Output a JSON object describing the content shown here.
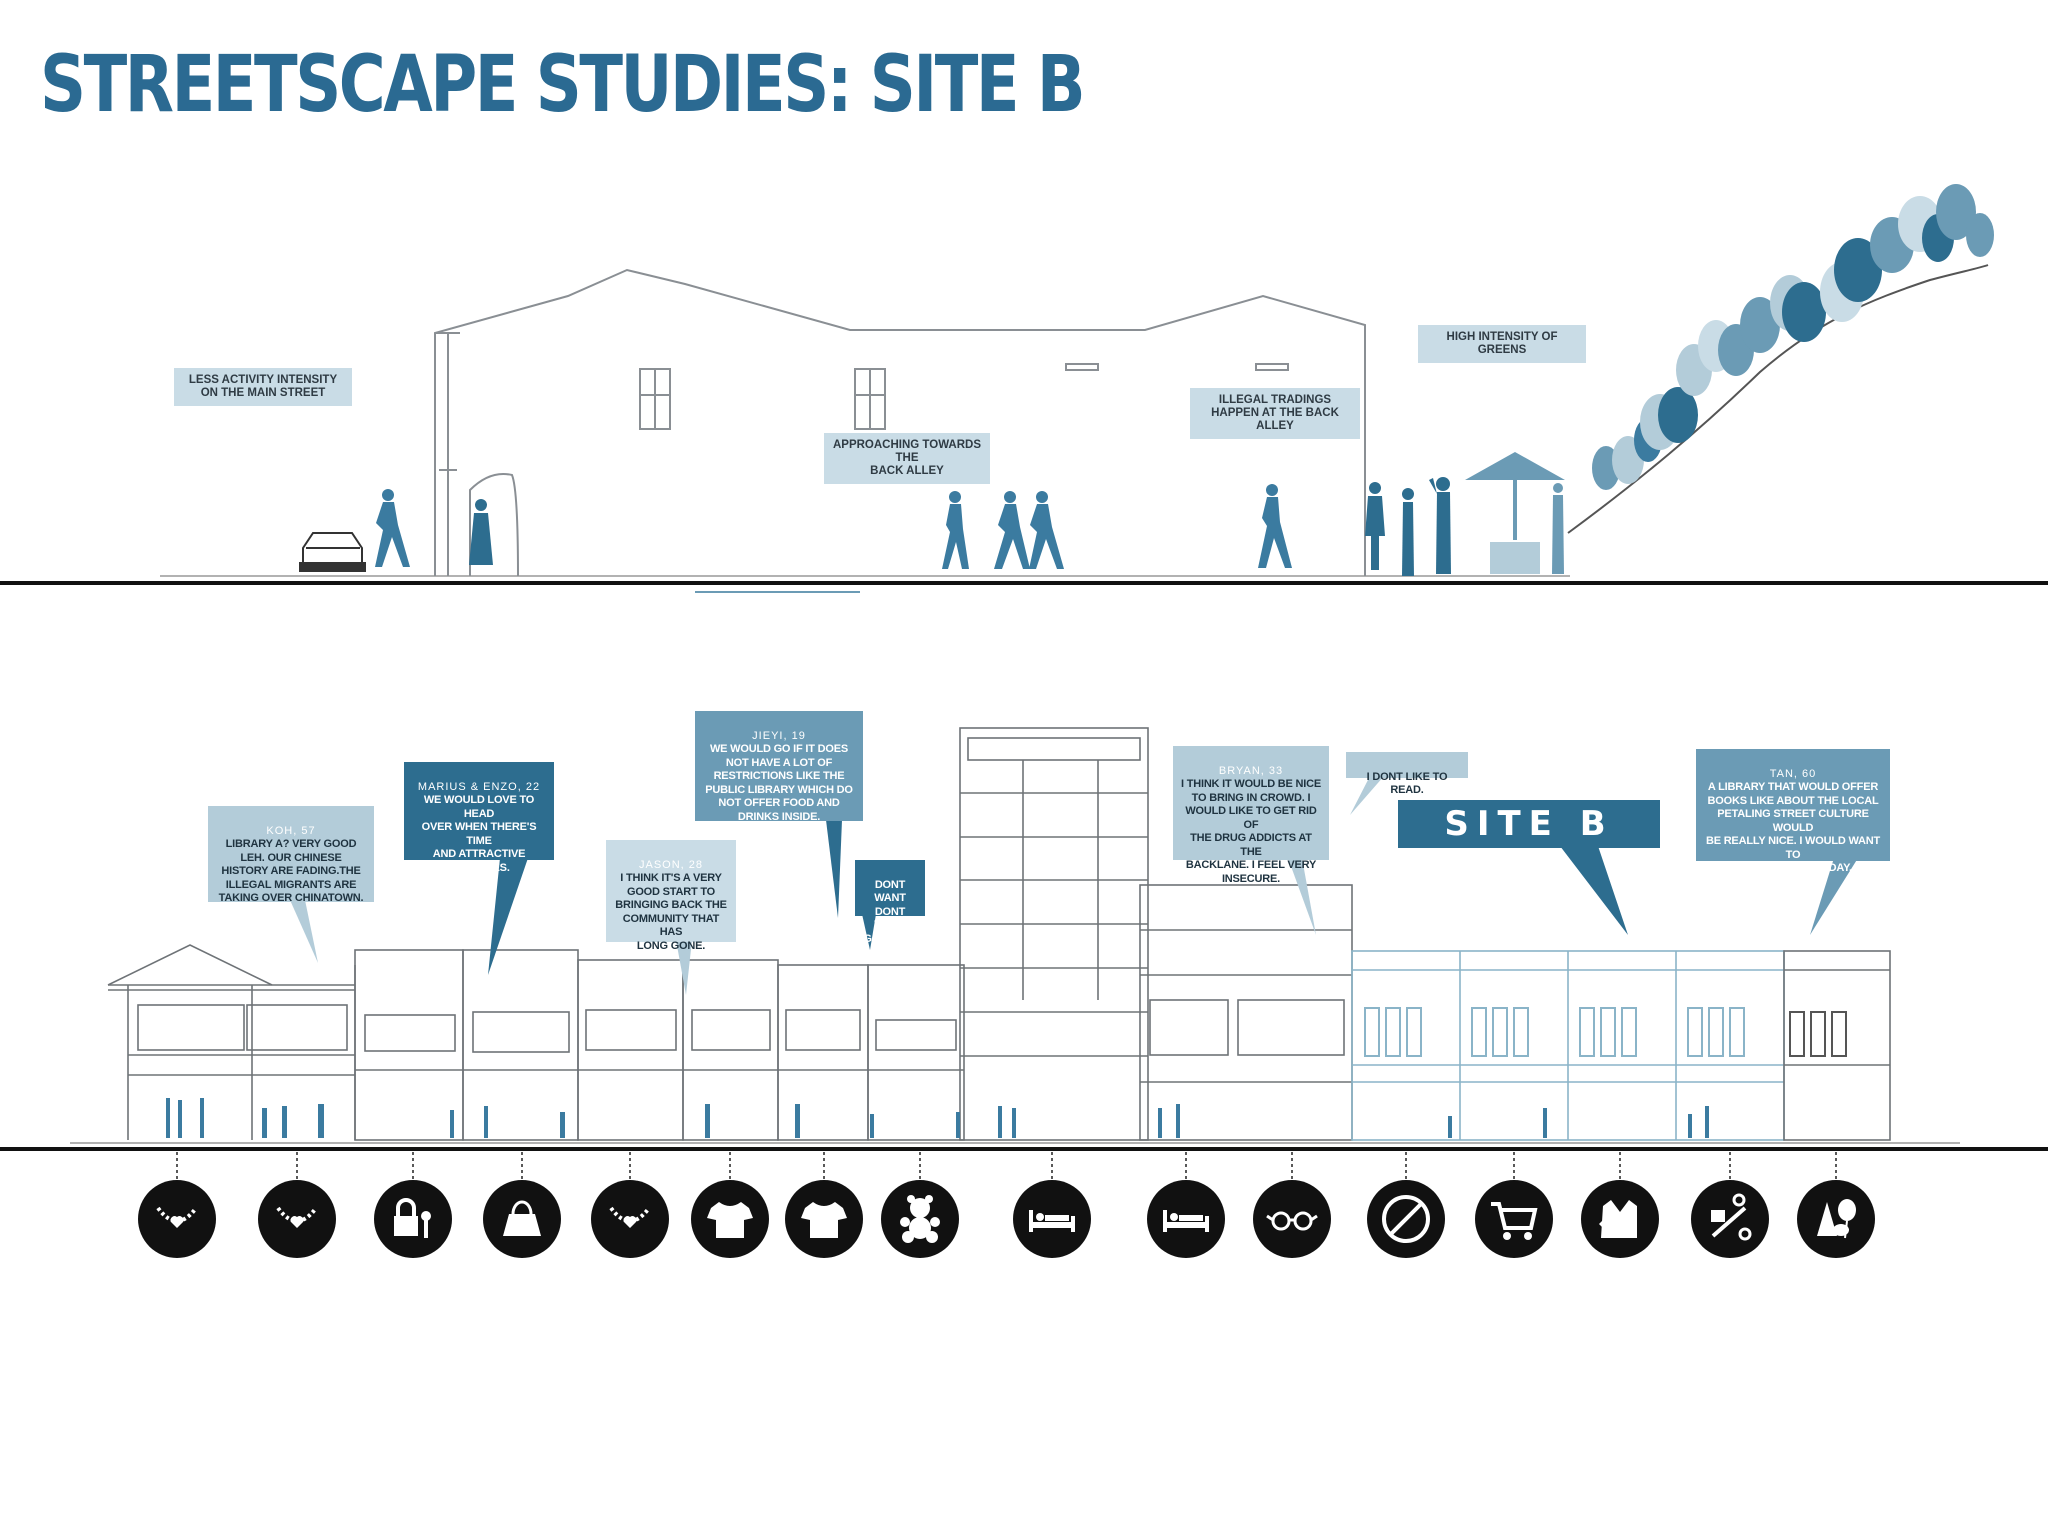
{
  "title": "STREETSCAPE STUDIES: SITE B",
  "colors": {
    "accent": "#2b6a92",
    "label_bg": "#c9dce6",
    "dark_bubble": "#2d6d8f",
    "ground": "#111111"
  },
  "section_labels": {
    "less_activity": "LESS ACTIVITY INTENSITY\nON THE MAIN STREET",
    "approaching": "APPROACHING TOWARDS THE\nBACK ALLEY",
    "illegal_trading": "ILLEGAL TRADINGS\nHAPPEN AT THE BACK ALLEY",
    "greens": "HIGH INTENSITY OF GREENS"
  },
  "quotes": {
    "koh": {
      "name": "KOH, 57",
      "text": "LIBRARY A? VERY GOOD\nLEH.  OUR CHINESE\nHISTORY ARE FADING.THE\nILLEGAL MIGRANTS ARE\nTAKING OVER CHINATOWN."
    },
    "marius": {
      "name": "MARIUS & ENZO,  22",
      "text": "WE WOULD LOVE TO HEAD\nOVER WHEN THERE'S TIME\nAND ATTRACTIVE\nACTIVITIES."
    },
    "jason": {
      "name": "JASON,  28",
      "text": "I THINK IT'S A VERY\nGOOD START TO\nBRINGING BACK THE\nCOMMUNITY THAT HAS\nLONG GONE."
    },
    "jieyi": {
      "name": "JIEYI,  19",
      "text": "WE WOULD GO IF IT DOES\nNOT HAVE A LOT OF\nRESTRICTIONS LIKE THE\nPUBLIC LIBRARY WHICH DO\nNOT OFFER FOOD AND\nDRINKS INSIDE."
    },
    "dont_want": {
      "text": "DONT WANT\nDONT WANT\nGO AWAY!"
    },
    "bryan": {
      "name": "BRYAN,  33",
      "text": "I THINK IT WOULD BE NICE\nTO BRING IN CROWD.  I\nWOULD LIKE TO GET RID OF\nTHE DRUG ADDICTS AT THE\nBACKLANE.   I FEEL VERY\nINSECURE."
    },
    "dont_read": {
      "text": "I DONT LIKE TO READ."
    },
    "tan": {
      "name": "TAN,  60",
      "text": "A LIBRARY THAT WOULD OFFER\nBOOKS LIKE ABOUT THE LOCAL\nPETALING STREET CULTURE WOULD\nBE REALLY NICE.  I WOULD WANT TO\nGO THERE EVERYDAY."
    }
  },
  "site_label": "SITE B",
  "icons": [
    "necklace-icon",
    "necklace-icon",
    "lock-key-icon",
    "handbag-icon",
    "necklace-icon",
    "tshirt-icon",
    "tshirt-icon",
    "teddy-bear-icon",
    "bed-icon",
    "bed-icon",
    "glasses-icon",
    "prohibited-icon",
    "shopping-cart-icon",
    "jacket-icon",
    "tools-icon",
    "party-icon"
  ]
}
